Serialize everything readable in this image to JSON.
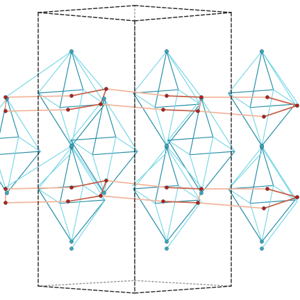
{
  "colors": {
    "background": "#ffffff",
    "cell_edge": "#222222",
    "cell_edge_back": "#888888",
    "bond_light": "#7ad8e6",
    "bond_dark": "#2a8fa8",
    "bond_red_light": "#f2b59c",
    "bond_red_dark": "#c8604a",
    "atom_cyan": "#3aa6c0",
    "atom_red": "#b2221a"
  },
  "atom_types": [
    "cyan-atom",
    "red-atom"
  ],
  "icons": {
    "cyan_atom": "sphere-cyan",
    "red_atom": "sphere-red"
  }
}
